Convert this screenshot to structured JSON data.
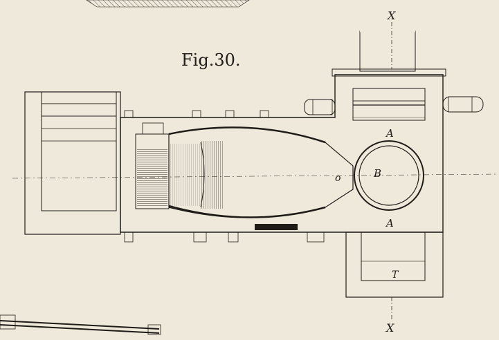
{
  "figure": {
    "title": "Fig.30.",
    "section_marks": {
      "top": "X",
      "bottom": "X"
    },
    "labels": {
      "a_top": "A",
      "a_bottom": "A",
      "b": "B",
      "o": "o",
      "t": "T"
    }
  },
  "colors": {
    "paper": "#efe9dc",
    "ink": "#1f1b17"
  }
}
